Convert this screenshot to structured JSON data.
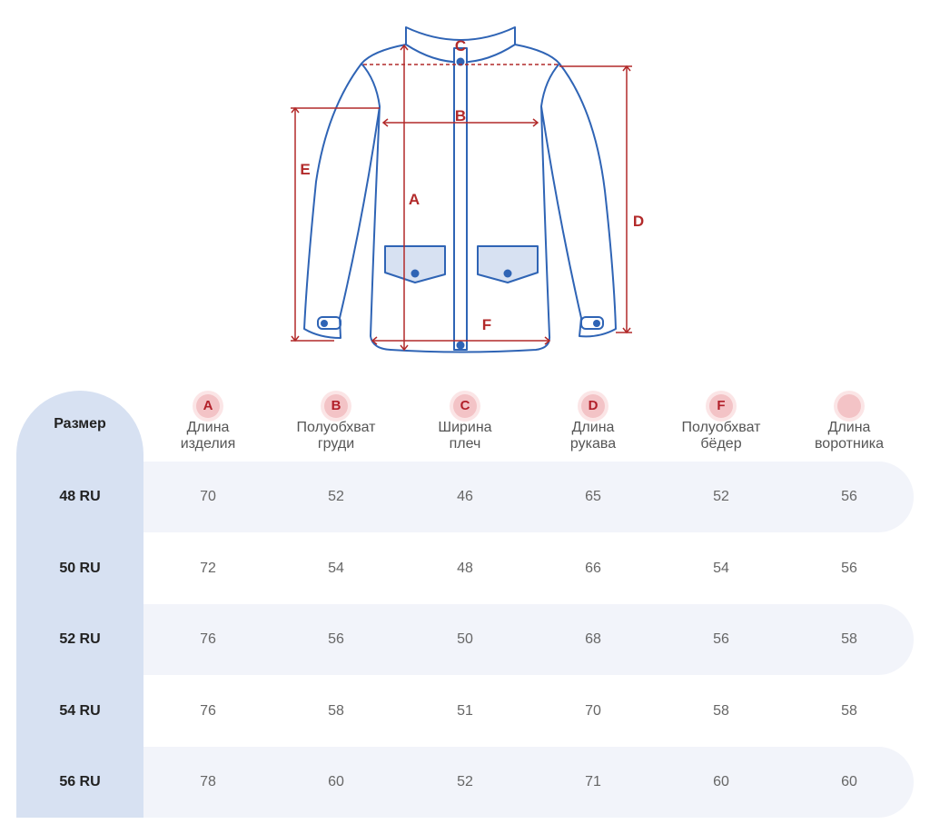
{
  "diagram": {
    "labels": {
      "A": "A",
      "B": "B",
      "C": "C",
      "D": "D",
      "E": "E",
      "F": "F"
    },
    "colors": {
      "outline": "#2f64b5",
      "measure": "#b22a2a",
      "pocket": "#d7e1f2"
    }
  },
  "table": {
    "size_header": "Размер",
    "columns": [
      {
        "badge": "A",
        "line1": "Длина",
        "line2": "изделия"
      },
      {
        "badge": "B",
        "line1": "Полуобхват",
        "line2": "груди"
      },
      {
        "badge": "C",
        "line1": "Ширина",
        "line2": "плеч"
      },
      {
        "badge": "D",
        "line1": "Длина",
        "line2": "рукава"
      },
      {
        "badge": "F",
        "line1": "Полуобхват",
        "line2": "бёдер"
      },
      {
        "badge": "",
        "line1": "Длина",
        "line2": "воротника"
      }
    ],
    "rows": [
      {
        "size": "48 RU",
        "values": [
          "70",
          "52",
          "46",
          "65",
          "52",
          "56"
        ]
      },
      {
        "size": "50 RU",
        "values": [
          "72",
          "54",
          "48",
          "66",
          "54",
          "56"
        ]
      },
      {
        "size": "52 RU",
        "values": [
          "76",
          "56",
          "50",
          "68",
          "56",
          "58"
        ]
      },
      {
        "size": "54 RU",
        "values": [
          "76",
          "58",
          "51",
          "70",
          "58",
          "58"
        ]
      },
      {
        "size": "56 RU",
        "values": [
          "78",
          "60",
          "52",
          "71",
          "60",
          "60"
        ]
      }
    ]
  }
}
